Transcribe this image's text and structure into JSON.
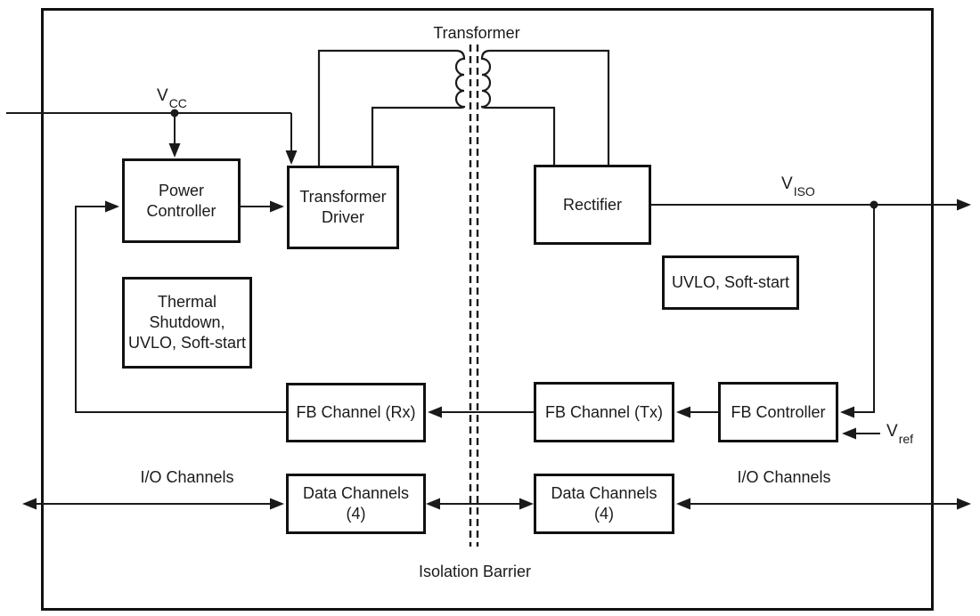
{
  "diagram": {
    "colors": {
      "line": "#1a1a1a",
      "background": "#ffffff"
    },
    "labels": {
      "transformer": "Transformer",
      "isolation_barrier": "Isolation Barrier",
      "io_channels_left": "I/O Channels",
      "io_channels_right": "I/O Channels"
    },
    "blocks": {
      "power_controller": "Power\nController",
      "transformer_driver": "Transformer\nDriver",
      "rectifier": "Rectifier",
      "uvlo_soft_start": "UVLO, Soft-start",
      "thermal_shutdown": "Thermal\nShutdown,\nUVLO, Soft-start",
      "fb_channel_rx": "FB Channel (Rx)",
      "fb_channel_tx": "FB Channel (Tx)",
      "fb_controller": "FB Controller",
      "data_channels_left": "Data Channels\n(4)",
      "data_channels_right": "Data Channels\n(4)"
    },
    "signals": {
      "vcc": {
        "main": "V",
        "sub": "CC"
      },
      "viso": {
        "main": "V",
        "sub": "ISO"
      },
      "vref": {
        "main": "V",
        "sub": "ref"
      }
    }
  }
}
